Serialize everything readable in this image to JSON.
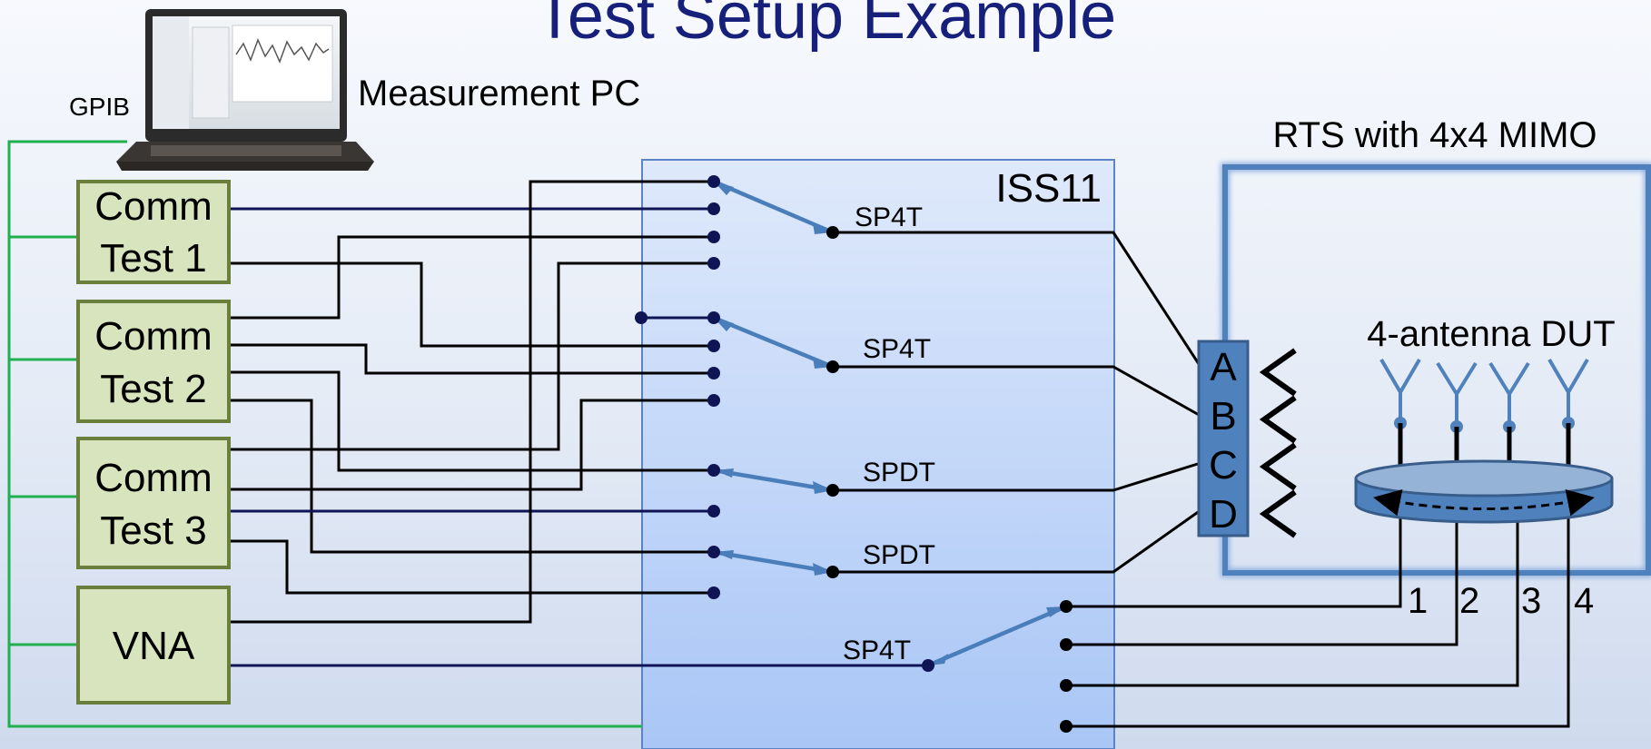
{
  "title": "Test Setup Example",
  "measurement_pc": {
    "label": "Measurement PC",
    "bus_label": "GPIB"
  },
  "instruments": [
    {
      "line1": "Comm",
      "line2": "Test 1"
    },
    {
      "line1": "Comm",
      "line2": "Test 2"
    },
    {
      "line1": "Comm",
      "line2": "Test 3"
    },
    {
      "line1": "VNA",
      "line2": ""
    }
  ],
  "switch_unit": {
    "name": "ISS11",
    "switches": [
      "SP4T",
      "SP4T",
      "SPDT",
      "SPDT",
      "SP4T"
    ]
  },
  "rts": {
    "title": "RTS with 4x4 MIMO",
    "ports": [
      "A",
      "B",
      "C",
      "D"
    ],
    "dut_label": "4-antenna DUT",
    "dut_ports": [
      "1",
      "2",
      "3",
      "4"
    ]
  },
  "colors": {
    "title": "#16207a",
    "instrument_fill": "#d7e4bd",
    "instrument_border": "#6a7f3c",
    "gpib_bus": "#20b050",
    "rf_wire": "#0f1454",
    "switch_arm": "#4a7ebb",
    "switch_unit_fill": "#c6d9f8",
    "port_block": "#4f81bd"
  },
  "icons": [
    "laptop-icon",
    "antenna-icon",
    "rotation-arrow-icon"
  ]
}
